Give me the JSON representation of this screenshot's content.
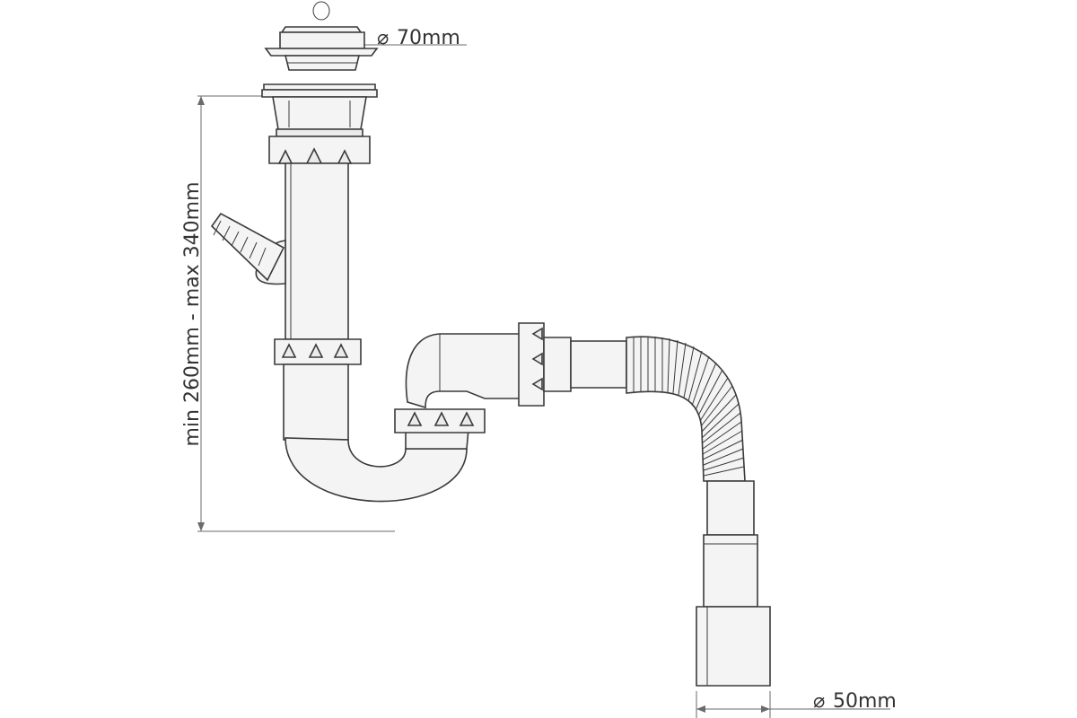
{
  "dimensions": {
    "height_range": "min 260mm - max 340mm",
    "top_diameter": "70mm",
    "bottom_diameter": "50mm",
    "diameter_symbol": "⌀"
  },
  "colors": {
    "outline": "#3a3a3a",
    "fill": "#f4f4f4",
    "dimension_line": "#6a6a6a",
    "text": "#333333"
  }
}
